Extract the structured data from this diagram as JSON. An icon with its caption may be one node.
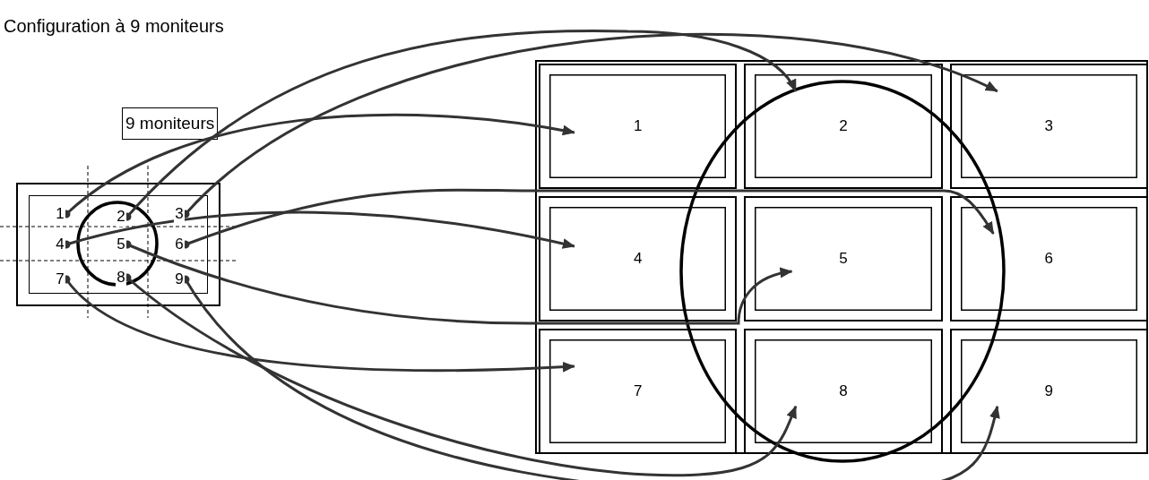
{
  "diagram": {
    "title": "Configuration à 9 moniteurs",
    "nodes": [
      {
        "text": [
          "9 moniteurs"
        ]
      },
      {
        "text": [],
        "shape": "box"
      },
      {
        "text": [
          "1"
        ],
        "in": 1
      },
      {
        "text": [
          "2"
        ],
        "in": 1
      },
      {
        "text": [
          "3"
        ],
        "in": 1
      },
      {
        "text": [
          "4"
        ],
        "in": 1
      },
      {
        "text": [
          "5"
        ],
        "in": 1
      },
      {
        "text": [
          "6"
        ],
        "in": 1
      },
      {
        "text": [
          "7"
        ],
        "in": 1
      },
      {
        "text": [
          "8"
        ],
        "in": 1
      },
      {
        "text": [
          "9"
        ],
        "in": 1
      },
      {
        "text": [],
        "shape": "box"
      },
      {
        "text": [
          "1"
        ],
        "in": 11
      },
      {
        "text": [
          "2"
        ],
        "in": 11
      },
      {
        "text": [
          "3"
        ],
        "in": 11
      },
      {
        "text": [
          "4"
        ],
        "in": 11
      },
      {
        "text": [
          "5"
        ],
        "in": 11
      },
      {
        "text": [
          "6"
        ],
        "in": 11
      },
      {
        "text": [
          "7"
        ],
        "in": 11
      },
      {
        "text": [
          "8"
        ],
        "in": 11
      },
      {
        "text": [
          "9"
        ],
        "in": 11
      }
    ],
    "edges": [
      {
        "from": 2,
        "to": 12,
        "arrow": "to"
      },
      {
        "from": 3,
        "to": 13,
        "arrow": "to"
      },
      {
        "from": 4,
        "to": 14,
        "arrow": "to"
      },
      {
        "from": 5,
        "to": 15,
        "arrow": "to"
      },
      {
        "from": 6,
        "to": 16,
        "arrow": "to"
      },
      {
        "from": 7,
        "to": 17,
        "arrow": "to"
      },
      {
        "from": 8,
        "to": 18,
        "arrow": "to"
      },
      {
        "from": 9,
        "to": 19,
        "arrow": "to"
      },
      {
        "from": 10,
        "to": 20,
        "arrow": "to"
      }
    ]
  }
}
